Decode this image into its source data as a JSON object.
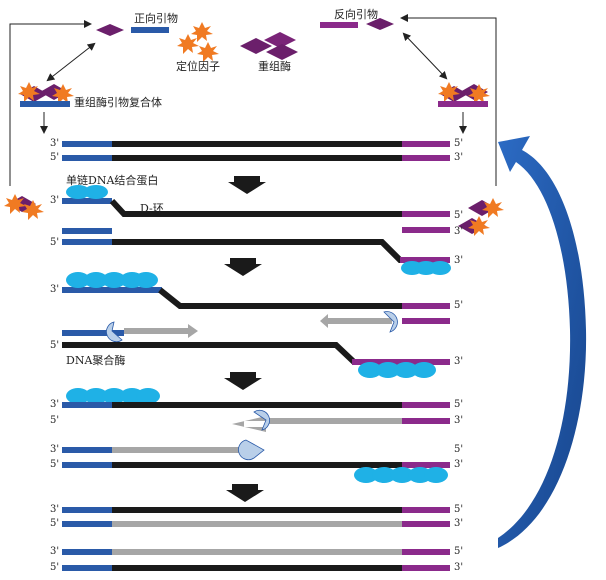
{
  "labels": {
    "forward_primer": "正向引物",
    "reverse_primer": "反向引物",
    "locating_factor": "定位因子",
    "recombinase": "重组酶",
    "complex": "重组酶引物复合体",
    "ssb": "单链DNA结合蛋白",
    "d_loop": "D-环",
    "polymerase": "DNA聚合酶"
  },
  "ends": {
    "three": "3'",
    "five": "5'"
  },
  "colors": {
    "dna": "#1a1a1a",
    "new_strand": "#a6a6a6",
    "forward": "#2a5aa8",
    "reverse": "#8b2a8b",
    "ssb": "#1fb1e6",
    "recombinase": "#6b1f6b",
    "factor": "#f07a22",
    "cycle_arrow": "#1f56a6"
  }
}
